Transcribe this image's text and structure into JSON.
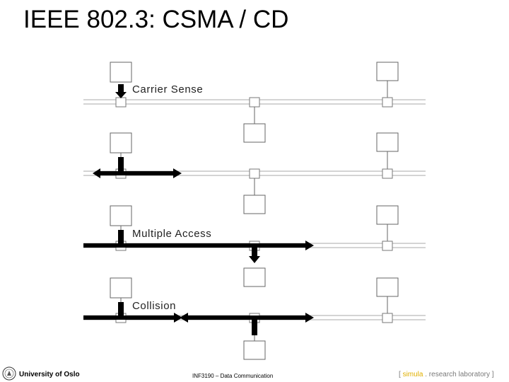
{
  "slide": {
    "title": "IEEE 802.3: CSMA / CD"
  },
  "diagram": {
    "labels": {
      "carrier_sense": "Carrier Sense",
      "multiple_access": "Multiple Access",
      "collision": "Collision"
    }
  },
  "footer": {
    "university": "University of Oslo",
    "course": "INF3190 – Data Communication",
    "lab_open": "[ ",
    "lab_name": "simula",
    "lab_rest": " . research laboratory ]",
    "lab_color": "#7a7a7a",
    "accent_color": "#e0b000"
  }
}
